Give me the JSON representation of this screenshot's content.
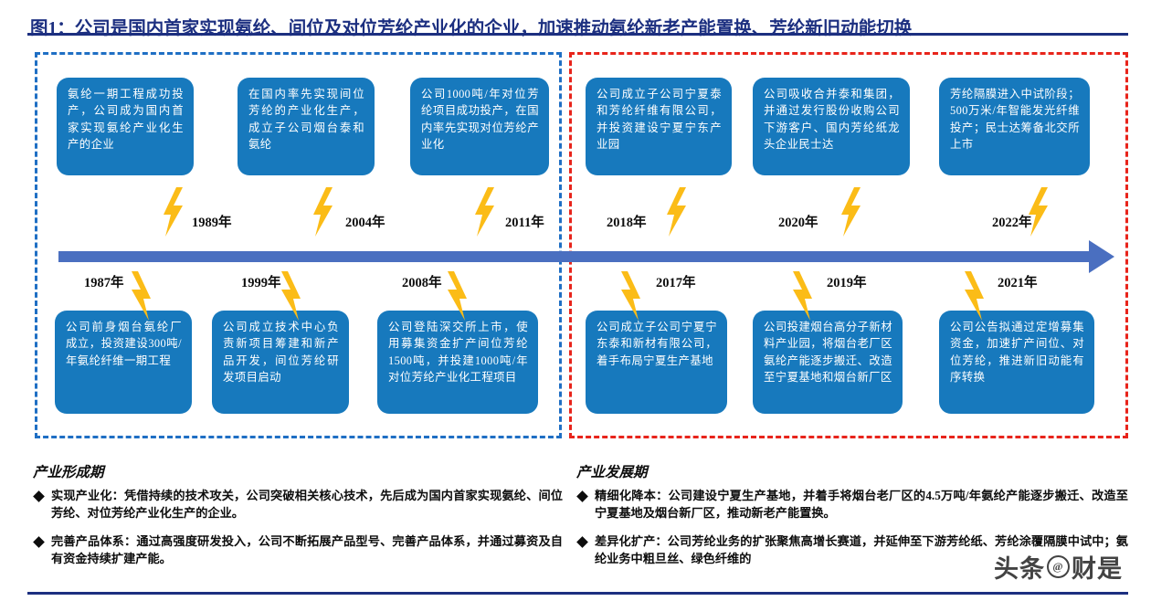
{
  "title": "图1：公司是国内首家实现氨纶、间位及对位芳纶产业化的企业，加速推动氨纶新老产能置换、芳纶新旧动能切换",
  "colors": {
    "title": "#1c2f80",
    "card": "#1779bd",
    "axis": "#4a6fc0",
    "bolt": "#fbbc17",
    "region_left_border": "#1f6fc4",
    "region_right_border": "#e8241b"
  },
  "timeline": {
    "events": [
      {
        "year": "1987年",
        "position": "bottom",
        "text": "公司前身烟台氨纶厂成立，投资建设300吨/年氨纶纤维一期工程"
      },
      {
        "year": "1989年",
        "position": "top",
        "text": "氨纶一期工程成功投产，公司成为国内首家实现氨纶产业化生产的企业"
      },
      {
        "year": "1999年",
        "position": "bottom",
        "text": "公司成立技术中心负责新项目筹建和新产品开发，间位芳纶研发项目启动"
      },
      {
        "year": "2004年",
        "position": "top",
        "text": "在国内率先实现间位芳纶的产业化生产，成立子公司烟台泰和氨纶"
      },
      {
        "year": "2008年",
        "position": "bottom",
        "text": "公司登陆深交所上市，使用募集资金扩产间位芳纶1500吨，并投建1000吨/年对位芳纶产业化工程项目"
      },
      {
        "year": "2011年",
        "position": "top",
        "text": "公司1000吨/年对位芳纶项目成功投产，在国内率先实现对位芳纶产业化"
      },
      {
        "year": "2017年",
        "position": "bottom",
        "text": "公司成立子公司宁夏宁东泰和新材有限公司，着手布局宁夏生产基地"
      },
      {
        "year": "2018年",
        "position": "top",
        "text": "公司成立子公司宁夏泰和芳纶纤维有限公司，并投资建设宁夏宁东产业园"
      },
      {
        "year": "2019年",
        "position": "bottom",
        "text": "公司投建烟台高分子新材料产业园，将烟台老厂区氨纶产能逐步搬迁、改造至宁夏基地和烟台新厂区"
      },
      {
        "year": "2020年",
        "position": "top",
        "text": "公司吸收合并泰和集团，并通过发行股份收购公司下游客户、国内芳纶纸龙头企业民士达"
      },
      {
        "year": "2021年",
        "position": "bottom",
        "text": "公司公告拟通过定增募集资金，加速扩产间位、对位芳纶，推进新旧动能有序转换"
      },
      {
        "year": "2022年",
        "position": "top",
        "text": "芳纶隔膜进入中试阶段；500万米/年智能发光纤维投产；民士达筹备北交所上市"
      }
    ]
  },
  "sections": [
    {
      "heading": "产业形成期",
      "bullets": [
        "实现产业化：凭借持续的技术攻关，公司突破相关核心技术，先后成为国内首家实现氨纶、间位芳纶、对位芳纶产业化生产的企业。",
        "完善产品体系：通过高强度研发投入，公司不断拓展产品型号、完善产品体系，并通过募资及自有资金持续扩建产能。"
      ]
    },
    {
      "heading": "产业发展期",
      "bullets": [
        "精细化降本：公司建设宁夏生产基地，并着手将烟台老厂区的4.5万吨/年氨纶产能逐步搬迁、改造至宁夏基地及烟台新厂区，推动新老产能置换。",
        "差异化扩产：公司芳纶业务的扩张聚焦高增长赛道，并延伸至下游芳纶纸、芳纶涂覆隔膜中试中；氨纶业务中粗旦丝、绿色纤维的"
      ]
    }
  ],
  "watermark": {
    "prefix": "头条",
    "circle": "@",
    "suffix": "财是"
  }
}
